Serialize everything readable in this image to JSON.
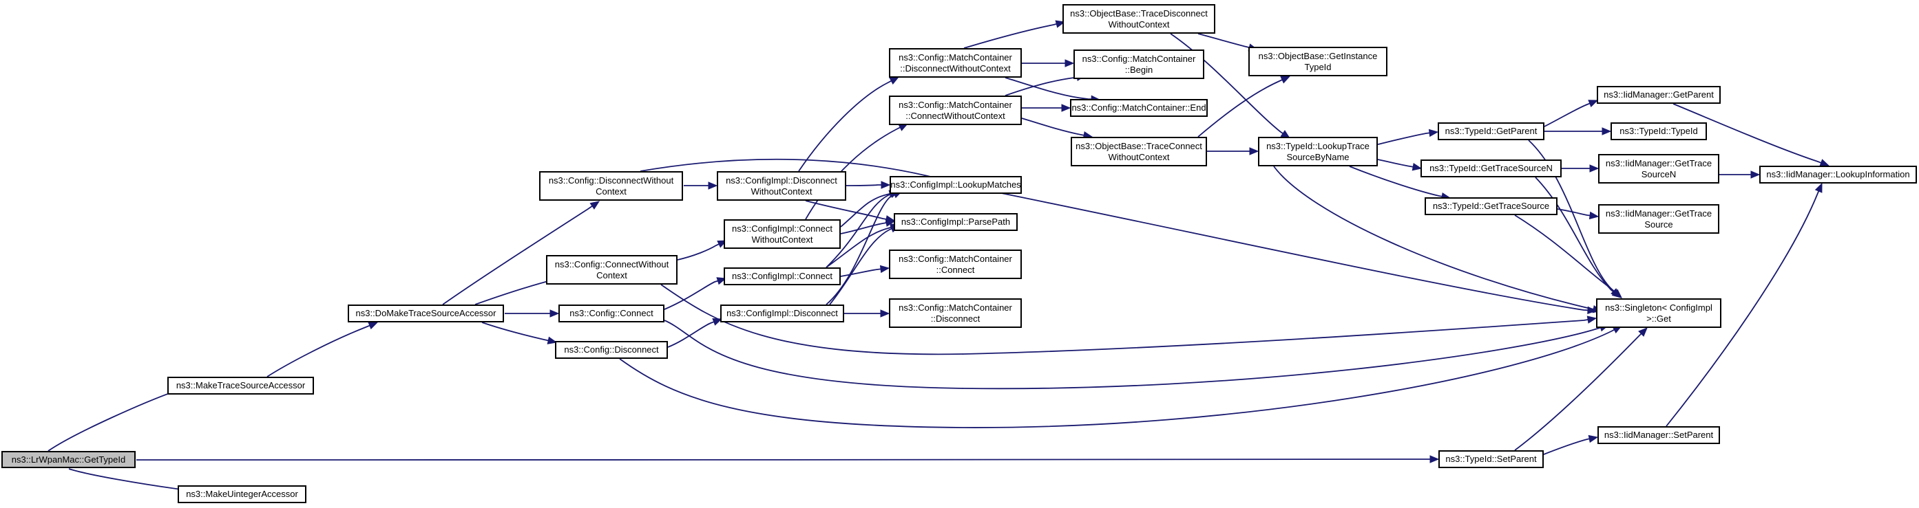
{
  "colors": {
    "edge": "#191970",
    "node_border": "#000000",
    "root_fill": "#bfbfbf",
    "node_fill": "#ffffff"
  },
  "nodes": {
    "root": {
      "lines": [
        "ns3::LrWpanMac::GetTypeId"
      ]
    },
    "make_trace_source_accessor": {
      "lines": [
        "ns3::MakeTraceSourceAccessor"
      ]
    },
    "make_uinteger_accessor": {
      "lines": [
        "ns3::MakeUintegerAccessor"
      ]
    },
    "do_make_trace_source_accessor": {
      "lines": [
        "ns3::DoMakeTraceSourceAccessor"
      ]
    },
    "config_disconnect_without_context": {
      "lines": [
        "ns3::Config::DisconnectWithout",
        "Context"
      ]
    },
    "config_connect_without_context": {
      "lines": [
        "ns3::Config::ConnectWithout",
        "Context"
      ]
    },
    "config_connect": {
      "lines": [
        "ns3::Config::Connect"
      ]
    },
    "config_disconnect": {
      "lines": [
        "ns3::Config::Disconnect"
      ]
    },
    "configimpl_disconnect_without_context": {
      "lines": [
        "ns3::ConfigImpl::Disconnect",
        "WithoutContext"
      ]
    },
    "configimpl_connect_without_context": {
      "lines": [
        "ns3::ConfigImpl::Connect",
        "WithoutContext"
      ]
    },
    "configimpl_connect": {
      "lines": [
        "ns3::ConfigImpl::Connect"
      ]
    },
    "configimpl_disconnect": {
      "lines": [
        "ns3::ConfigImpl::Disconnect"
      ]
    },
    "mc_disconnect_without_context": {
      "lines": [
        "ns3::Config::MatchContainer",
        "::DisconnectWithoutContext"
      ]
    },
    "mc_connect_without_context": {
      "lines": [
        "ns3::Config::MatchContainer",
        "::ConnectWithoutContext"
      ]
    },
    "configimpl_lookup_matches": {
      "lines": [
        "ns3::ConfigImpl::LookupMatches"
      ]
    },
    "configimpl_parse_path": {
      "lines": [
        "ns3::ConfigImpl::ParsePath"
      ]
    },
    "mc_connect": {
      "lines": [
        "ns3::Config::MatchContainer",
        "::Connect"
      ]
    },
    "mc_disconnect": {
      "lines": [
        "ns3::Config::MatchContainer",
        "::Disconnect"
      ]
    },
    "ob_trace_disconnect_without_context": {
      "lines": [
        "ns3::ObjectBase::TraceDisconnect",
        "WithoutContext"
      ]
    },
    "mc_begin": {
      "lines": [
        "ns3::Config::MatchContainer",
        "::Begin"
      ]
    },
    "mc_end": {
      "lines": [
        "ns3::Config::MatchContainer::End"
      ]
    },
    "ob_trace_connect_without_context": {
      "lines": [
        "ns3::ObjectBase::TraceConnect",
        "WithoutContext"
      ]
    },
    "ob_get_instance_type_id": {
      "lines": [
        "ns3::ObjectBase::GetInstance",
        "TypeId"
      ]
    },
    "typeid_lookup_trace_source_by_name": {
      "lines": [
        "ns3::TypeId::LookupTrace",
        "SourceByName"
      ]
    },
    "typeid_get_parent": {
      "lines": [
        "ns3::TypeId::GetParent"
      ]
    },
    "typeid_get_trace_source_n": {
      "lines": [
        "ns3::TypeId::GetTraceSourceN"
      ]
    },
    "typeid_get_trace_source": {
      "lines": [
        "ns3::TypeId::GetTraceSource"
      ]
    },
    "typeid_set_parent": {
      "lines": [
        "ns3::TypeId::SetParent"
      ]
    },
    "iidmanager_get_parent": {
      "lines": [
        "ns3::IidManager::GetParent"
      ]
    },
    "typeid_typeid": {
      "lines": [
        "ns3::TypeId::TypeId"
      ]
    },
    "iidmanager_get_trace_source_n": {
      "lines": [
        "ns3::IidManager::GetTrace",
        "SourceN"
      ]
    },
    "iidmanager_get_trace_source": {
      "lines": [
        "ns3::IidManager::GetTrace",
        "Source"
      ]
    },
    "singleton_configimpl_get": {
      "lines": [
        "ns3::Singleton< ConfigImpl",
        " >::Get"
      ]
    },
    "iidmanager_set_parent": {
      "lines": [
        "ns3::IidManager::SetParent"
      ]
    },
    "iidmanager_lookup_information": {
      "lines": [
        "ns3::IidManager::LookupInformation"
      ]
    }
  }
}
